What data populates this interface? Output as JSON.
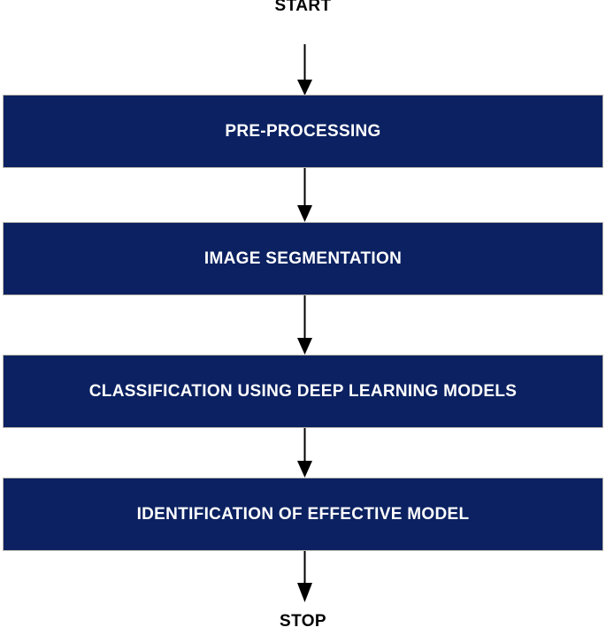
{
  "diagram": {
    "title_start": "START",
    "title_stop": "STOP",
    "box_color": "#0b2161",
    "box_border_color": "#b9b7ad",
    "text_color": "#ffffff",
    "terminator_text_color": "#000000",
    "arrow_color": "#000000",
    "nodes": [
      {
        "id": "start",
        "type": "terminator",
        "label": "START"
      },
      {
        "id": "preprocessing",
        "type": "process",
        "label": "PRE-PROCESSING"
      },
      {
        "id": "segmentation",
        "type": "process",
        "label": "IMAGE SEGMENTATION"
      },
      {
        "id": "classification",
        "type": "process",
        "label": "CLASSIFICATION USING DEEP LEARNING MODELS"
      },
      {
        "id": "identification",
        "type": "process",
        "label": "IDENTIFICATION OF EFFECTIVE MODEL"
      },
      {
        "id": "stop",
        "type": "terminator",
        "label": "STOP"
      }
    ],
    "edges": [
      {
        "from": "start",
        "to": "preprocessing",
        "arrow": "down-arrow-icon"
      },
      {
        "from": "preprocessing",
        "to": "segmentation",
        "arrow": "down-arrow-icon"
      },
      {
        "from": "segmentation",
        "to": "classification",
        "arrow": "down-arrow-icon"
      },
      {
        "from": "classification",
        "to": "identification",
        "arrow": "down-arrow-icon"
      },
      {
        "from": "identification",
        "to": "stop",
        "arrow": "down-arrow-icon"
      }
    ]
  }
}
